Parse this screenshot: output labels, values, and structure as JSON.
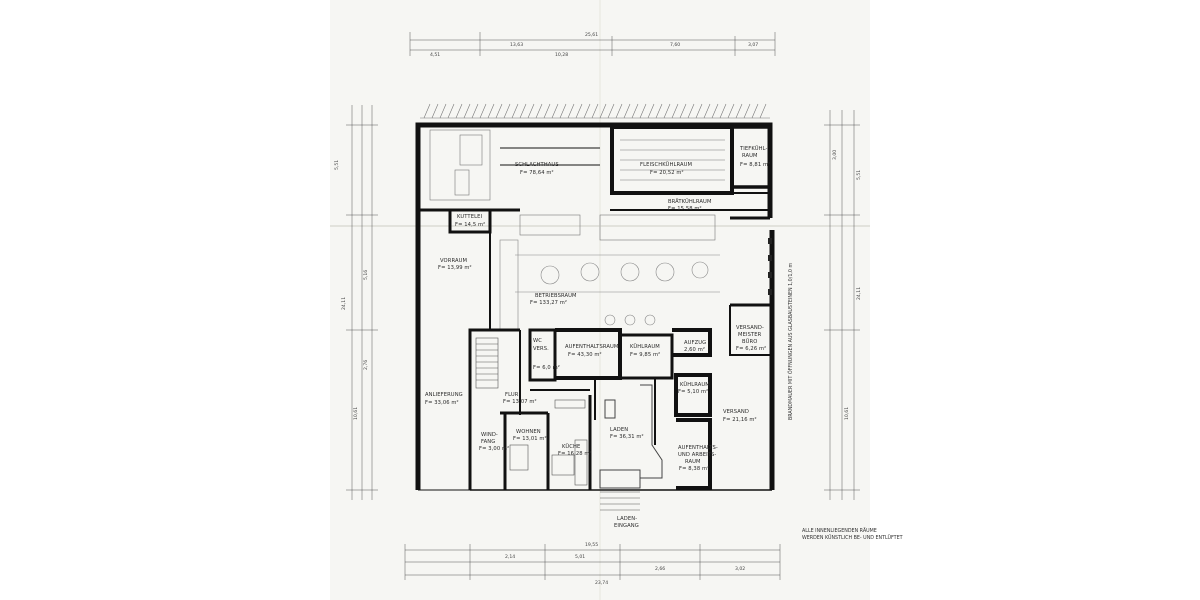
{
  "rooms": {
    "schlachthaus": "SCHLACHTHAUS",
    "schlachthaus_area": "F= 78,64 m²",
    "fleischkuehlraum": "FLEISCHKÜHLRAUM",
    "fleischkuehlraum_area": "F= 20,52 m²",
    "tiefkuehl_a": "TIEFKÜHL-",
    "tiefkuehl_b": "RAUM",
    "tiefkuehl_area": "F= 8,81 m²",
    "bratkuehlraum": "BRÄTKÜHLRAUM",
    "bratkuehlraum_area": "F= 15,58 m²",
    "kuttelei": "KUTTELEI",
    "kuttelei_area": "F= 14,5 m²",
    "vorraum": "VORRAUM",
    "vorraum_area": "F= 13,99 m²",
    "betriebsraum": "BETRIEBSRAUM",
    "betriebsraum_area": "F= 133,27 m²",
    "aufenthaltsraum": "AUFENTHALTSRAUM",
    "aufenthaltsraum_area": "F= 43,30 m²",
    "wc": "WC",
    "wc_sub": "VERS.",
    "kuehlraum_mid": "KÜHLRAUM",
    "kuehlraum_mid_area": "F= 9,85 m²",
    "aufzug": "AUFZUG",
    "aufzug_area": "2,60 m²",
    "versandmeister_a": "VERSAND-",
    "versandmeister_b": "MEISTER",
    "versandmeister_c": "BÜRO",
    "versandmeister_area": "F= 6,26 m²",
    "anlieferung": "ANLIEFERUNG",
    "anlieferung_area": "F= 33,06 m²",
    "flur": "FLUR",
    "flur_area": "F= 13,07 m²",
    "wohnen": "WOHNEN",
    "wohnen_area": "F= 13,01 m²",
    "windfang_a": "WIND-",
    "windfang_b": "FANG",
    "windfang_area": "F= 3,00 m²",
    "kueche": "KÜCHE",
    "kueche_area": "F= 16,28 m²",
    "laden": "LADEN",
    "laden_area": "F= 36,31 m²",
    "kuehlraum_right": "KÜHLRAUM",
    "kuehlraum_right_area": "F= 5,10 m²",
    "versand": "VERSAND",
    "versand_area": "F= 21,16 m²",
    "aufenthalt_a": "AUFENTHALTS-",
    "aufenthalt_b": "UND ARBEITS-",
    "aufenthalt_c": "RAUM",
    "aufenthalt_area": "F= 8,38 m²",
    "laden_eingang_a": "LADEN-",
    "laden_eingang_b": "EINGANG",
    "small_area": "F= 6,0 m²"
  },
  "side_note": "BRANDMAUER MIT ÖFFNUNGEN AUS GLASBAUSTEINEN 1,0/1,0 m",
  "footer_note": {
    "line1": "ALLE INNENLIEGENDEN RÄUME",
    "line2": "WERDEN KÜNSTLICH BE- UND ENTLÜFTET"
  },
  "dimensions": {
    "top_total": "25,61",
    "top_a": "13,63",
    "top_b": "7,60",
    "top_c": "3,07",
    "top_d": "4,51",
    "top_e": "10,28",
    "bottom_total": "19,55",
    "bottom_a": "2,14",
    "bottom_b": "5,01",
    "bottom_c": "2,66",
    "bottom_d": "3,02",
    "bottom_e": "23,74",
    "left_a": "5,51",
    "left_b": "10,61",
    "left_c": "5,16",
    "left_d": "24,11",
    "left_e": "2,76",
    "right_a": "3,00",
    "right_b": "10,61",
    "right_c": "5,51",
    "right_d": "24,11"
  }
}
